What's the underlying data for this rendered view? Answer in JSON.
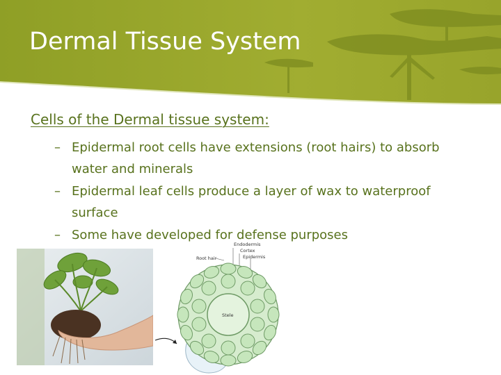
{
  "slide": {
    "title": "Dermal Tissue System",
    "subtitle": "Cells of the Dermal tissue system:",
    "bullets": [
      {
        "marker": "–",
        "text": "Epidermal root cells have extensions (root hairs) to absorb water and minerals"
      },
      {
        "marker": "–",
        "text": "Epidermal leaf cells produce a layer of wax to waterproof surface"
      },
      {
        "marker": "–",
        "text": "Some have developed for defense purposes"
      }
    ]
  },
  "diagram": {
    "labels": {
      "endodermis": "Endodermis",
      "cortex": "Cortex",
      "epidermis": "Epidermis",
      "root_hair": "Root hair",
      "stele": "Stele"
    }
  },
  "colors": {
    "banner_green": "#9aa62c",
    "banner_dark": "#7a8a1e",
    "text_green": "#58721d",
    "title_white": "#ffffff",
    "cell_green": "#c6e6bc",
    "cell_outline": "#6e9a65"
  }
}
